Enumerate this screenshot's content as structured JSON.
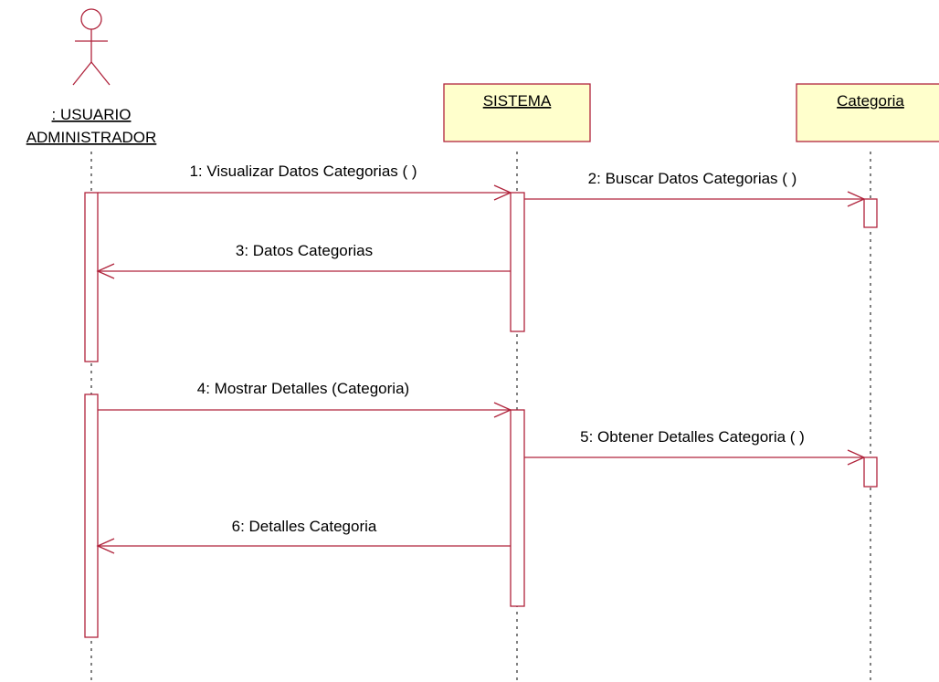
{
  "diagram": {
    "type": "uml-sequence",
    "colors": {
      "line": "#b0243c",
      "object_fill": "#ffffcc",
      "lifeline": "#000000",
      "text": "#000000"
    },
    "actor": {
      "name_line1": ": USUARIO",
      "name_line2": "ADMINISTRADOR",
      "icon": "stick-figure-actor-icon"
    },
    "objects": [
      {
        "name": "SISTEMA"
      },
      {
        "name": "Categoria"
      }
    ],
    "messages": [
      {
        "label": "1: Visualizar Datos Categorias ( )",
        "from": "USUARIO ADMINISTRADOR",
        "to": "SISTEMA",
        "kind": "call"
      },
      {
        "label": "2: Buscar Datos Categorias ( )",
        "from": "SISTEMA",
        "to": "Categoria",
        "kind": "call"
      },
      {
        "label": "3: Datos Categorias",
        "from": "SISTEMA",
        "to": "USUARIO ADMINISTRADOR",
        "kind": "return"
      },
      {
        "label": "4: Mostrar Detalles (Categoria)",
        "from": "USUARIO ADMINISTRADOR",
        "to": "SISTEMA",
        "kind": "call"
      },
      {
        "label": "5: Obtener Detalles Categoria ( )",
        "from": "SISTEMA",
        "to": "Categoria",
        "kind": "call"
      },
      {
        "label": "6: Detalles Categoria",
        "from": "SISTEMA",
        "to": "USUARIO ADMINISTRADOR",
        "kind": "return"
      }
    ]
  }
}
